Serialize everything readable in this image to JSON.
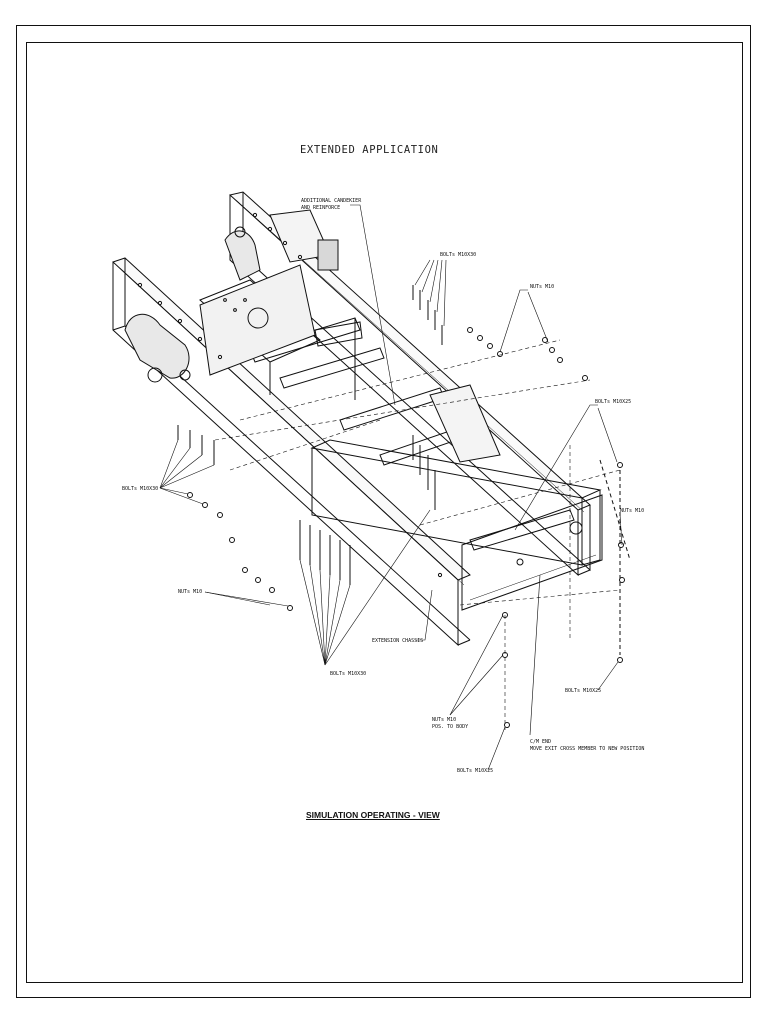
{
  "drawing": {
    "title": "EXTENDED APPLICATION",
    "caption": "SIMULATION OPERATING - VIEW",
    "callouts": {
      "reinforce_1": "ADDITIONAL CANDEKIER",
      "reinforce_2": "AND REINFORCE",
      "bolts_top": "BOLTs M10X30",
      "nuts_top": "NUTs M10",
      "bolts_right": "BOLTs M10X25",
      "nuts_right": "NUTs M10",
      "bolts_left": "BOLTs M10X30",
      "nuts_left": "NUTs M10",
      "bolts_bottom": "BOLTs M10X30",
      "extension_chassis": "EXTENSION CHASSIS",
      "bolts_lower_right": "BOLTs M10X25",
      "nuts_body_1": "NUTs M10",
      "nuts_body_2": "POS. TO BODY",
      "bolts_lower": "BOLTs M10X25",
      "cab_end_1": "C/M END",
      "cab_end_2": "MOVE EXIT CROSS MEMBER TO NEW POSITION"
    }
  }
}
